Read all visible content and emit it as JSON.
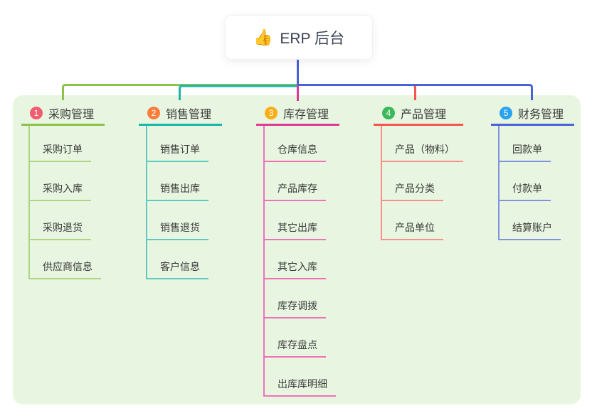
{
  "root": {
    "icon": "👍",
    "label": "ERP 后台"
  },
  "canvas": {
    "panel_bg": "#e8f6e1",
    "trunk_color": "#4a62d8"
  },
  "branches": [
    {
      "num": "1",
      "title": "采购管理",
      "badge_color": "#f35c6e",
      "line_color": "#8bc34a",
      "child_line_color": "#aed581",
      "children": [
        "采购订单",
        "采购入库",
        "采购退货",
        "供应商信息"
      ]
    },
    {
      "num": "2",
      "title": "销售管理",
      "badge_color": "#fa7d3c",
      "line_color": "#1ab5ac",
      "child_line_color": "#5fc9c0",
      "children": [
        "销售订单",
        "销售出库",
        "销售退货",
        "客户信息"
      ]
    },
    {
      "num": "3",
      "title": "库存管理",
      "badge_color": "#fbad18",
      "line_color": "#e0399a",
      "child_line_color": "#ee72b8",
      "children": [
        "仓库信息",
        "产品库存",
        "其它出库",
        "其它入库",
        "库存调拨",
        "库存盘点",
        "出库库明细"
      ]
    },
    {
      "num": "4",
      "title": "产品管理",
      "badge_color": "#3bb959",
      "line_color": "#f5554d",
      "child_line_color": "#f98f88",
      "children": [
        "产品（物料）",
        "产品分类",
        "产品单位"
      ]
    },
    {
      "num": "5",
      "title": "财务管理",
      "badge_color": "#29a3ef",
      "line_color": "#4a62d8",
      "child_line_color": "#8093dc",
      "children": [
        "回款单",
        "付款单",
        "结算账户"
      ]
    }
  ]
}
